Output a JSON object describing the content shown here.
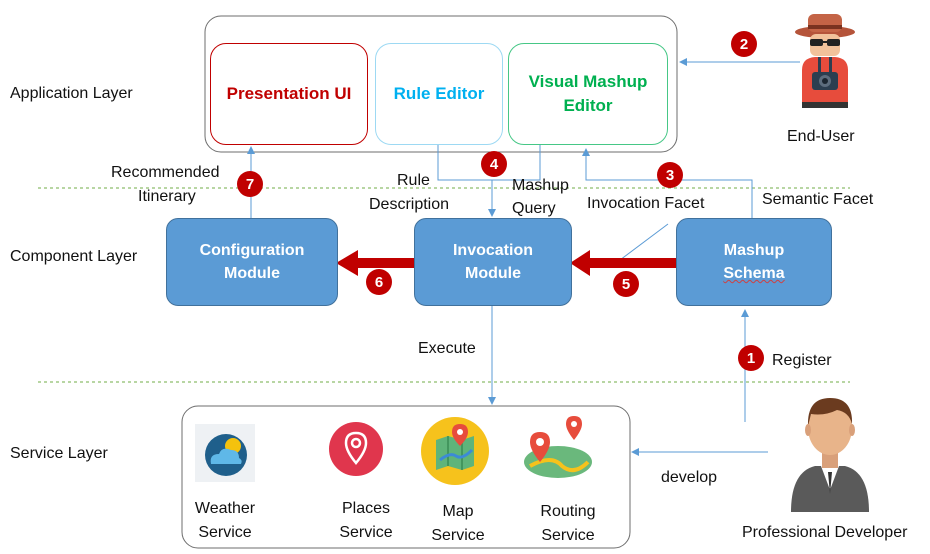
{
  "layers": {
    "application": "Application Layer",
    "component": "Component Layer",
    "service": "Service Layer"
  },
  "app_boxes": {
    "presentation": "Presentation UI",
    "rule_editor": "Rule Editor",
    "visual_mashup_editor": "Visual Mashup Editor"
  },
  "modules": {
    "configuration": "Configuration Module",
    "invocation": "Invocation Module",
    "mashup_schema_line1": "Mashup",
    "mashup_schema_line2": "Schema"
  },
  "flow_labels": {
    "recommended_itinerary_1": "Recommended",
    "recommended_itinerary_2": "Itinerary",
    "rule_description_1": "Rule",
    "rule_description_2": "Description",
    "mashup_query_1": "Mashup",
    "mashup_query_2": "Query",
    "invocation_facet": "Invocation Facet",
    "semantic_facet": "Semantic Facet",
    "execute": "Execute",
    "register": "Register",
    "develop": "develop"
  },
  "actors": {
    "end_user": "End-User",
    "professional_developer": "Professional Developer"
  },
  "services": [
    {
      "line1": "Weather",
      "line2": "Service",
      "icon": "weather-icon"
    },
    {
      "line1": "Places",
      "line2": "Service",
      "icon": "places-pin-icon"
    },
    {
      "line1": "Map",
      "line2": "Service",
      "icon": "map-icon"
    },
    {
      "line1": "Routing",
      "line2": "Service",
      "icon": "routing-icon"
    }
  ],
  "steps": [
    "1",
    "2",
    "3",
    "4",
    "5",
    "6",
    "7"
  ],
  "colors": {
    "presentation": "#c00000",
    "rule_editor": "#00b0f0",
    "visual_mashup_editor": "#00b050",
    "module_fill": "#5b9bd5",
    "badge": "#c00000",
    "connector": "#5b9bd5",
    "divider": "#70ad47"
  }
}
